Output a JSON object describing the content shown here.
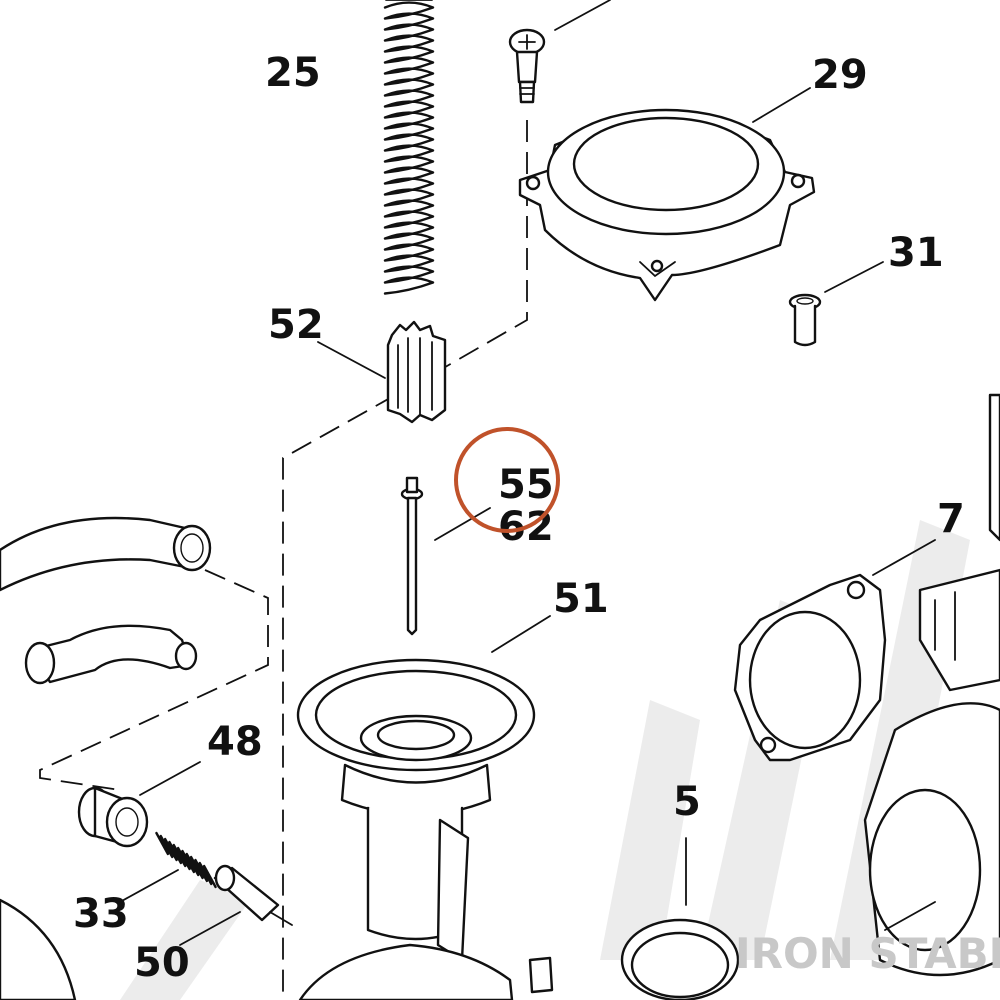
{
  "callouts": {
    "p25": "25",
    "p29": "29",
    "p31": "31",
    "p52": "52",
    "p55": "55",
    "p62": "62",
    "p7": "7",
    "p51": "51",
    "p48": "48",
    "p5": "5",
    "p33": "33",
    "p50": "50"
  },
  "highlight": {
    "color": "#c0522a",
    "target": "55"
  },
  "watermark": {
    "text": "IRON STABLE",
    "color": "#c8c8c8"
  }
}
